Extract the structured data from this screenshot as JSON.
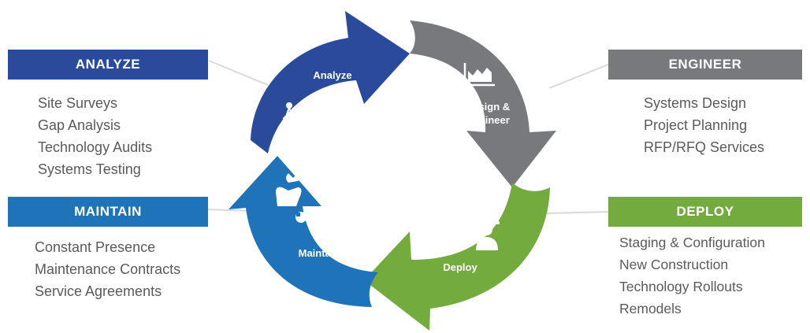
{
  "colors": {
    "analyze": "#2a4b9b",
    "engineer": "#77797c",
    "deploy": "#73ab3f",
    "maintain": "#1e73b9",
    "text": "#5a5a5a"
  },
  "stages": {
    "analyze": {
      "header": "ANALYZE",
      "arrow_label": "Analyze",
      "icon": "drafting-compass-icon",
      "items": [
        "Site Surveys",
        "Gap Analysis",
        "Technology Audits",
        "Systems Testing"
      ]
    },
    "engineer": {
      "header": "ENGINEER",
      "arrow_label": "Design &\nEngineer",
      "icon": "factory-chart-icon",
      "items": [
        "Systems Design",
        "Project Planning",
        "RFP/RFQ Services"
      ]
    },
    "deploy": {
      "header": "DEPLOY",
      "arrow_label": "Deploy",
      "icon": "worker-hardhat-icon",
      "items": [
        "Staging & Configuration",
        "New Construction",
        "Technology Rollouts",
        "Remodels"
      ]
    },
    "maintain": {
      "header": "MAINTAIN",
      "arrow_label": "Maintain",
      "icon": "hand-wrench-icon",
      "items": [
        "Constant Presence",
        "Maintenance Contracts",
        "Service Agreements"
      ]
    }
  }
}
